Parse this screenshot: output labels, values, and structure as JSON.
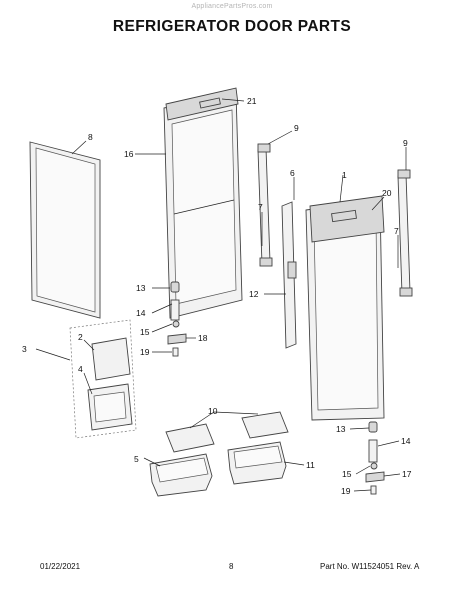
{
  "watermark": "AppliancePartsPros.com",
  "title": "REFRIGERATOR DOOR PARTS",
  "footer": {
    "date": "01/22/2021",
    "page": "8",
    "part_no": "Part No.  W11524051  Rev. A"
  },
  "callouts": {
    "c21": "21",
    "c9a": "9",
    "c8": "8",
    "c16": "16",
    "c7a": "7",
    "c6": "6",
    "c1": "1",
    "c9b": "9",
    "c20": "20",
    "c7b": "7",
    "c12": "12",
    "c13a": "13",
    "c14a": "14",
    "c15a": "15",
    "c18": "18",
    "c19a": "19",
    "c3": "3",
    "c2": "2",
    "c4": "4",
    "c10": "10",
    "c5": "5",
    "c11": "11",
    "c13b": "13",
    "c14b": "14",
    "c15b": "15",
    "c17": "17",
    "c19b": "19"
  }
}
